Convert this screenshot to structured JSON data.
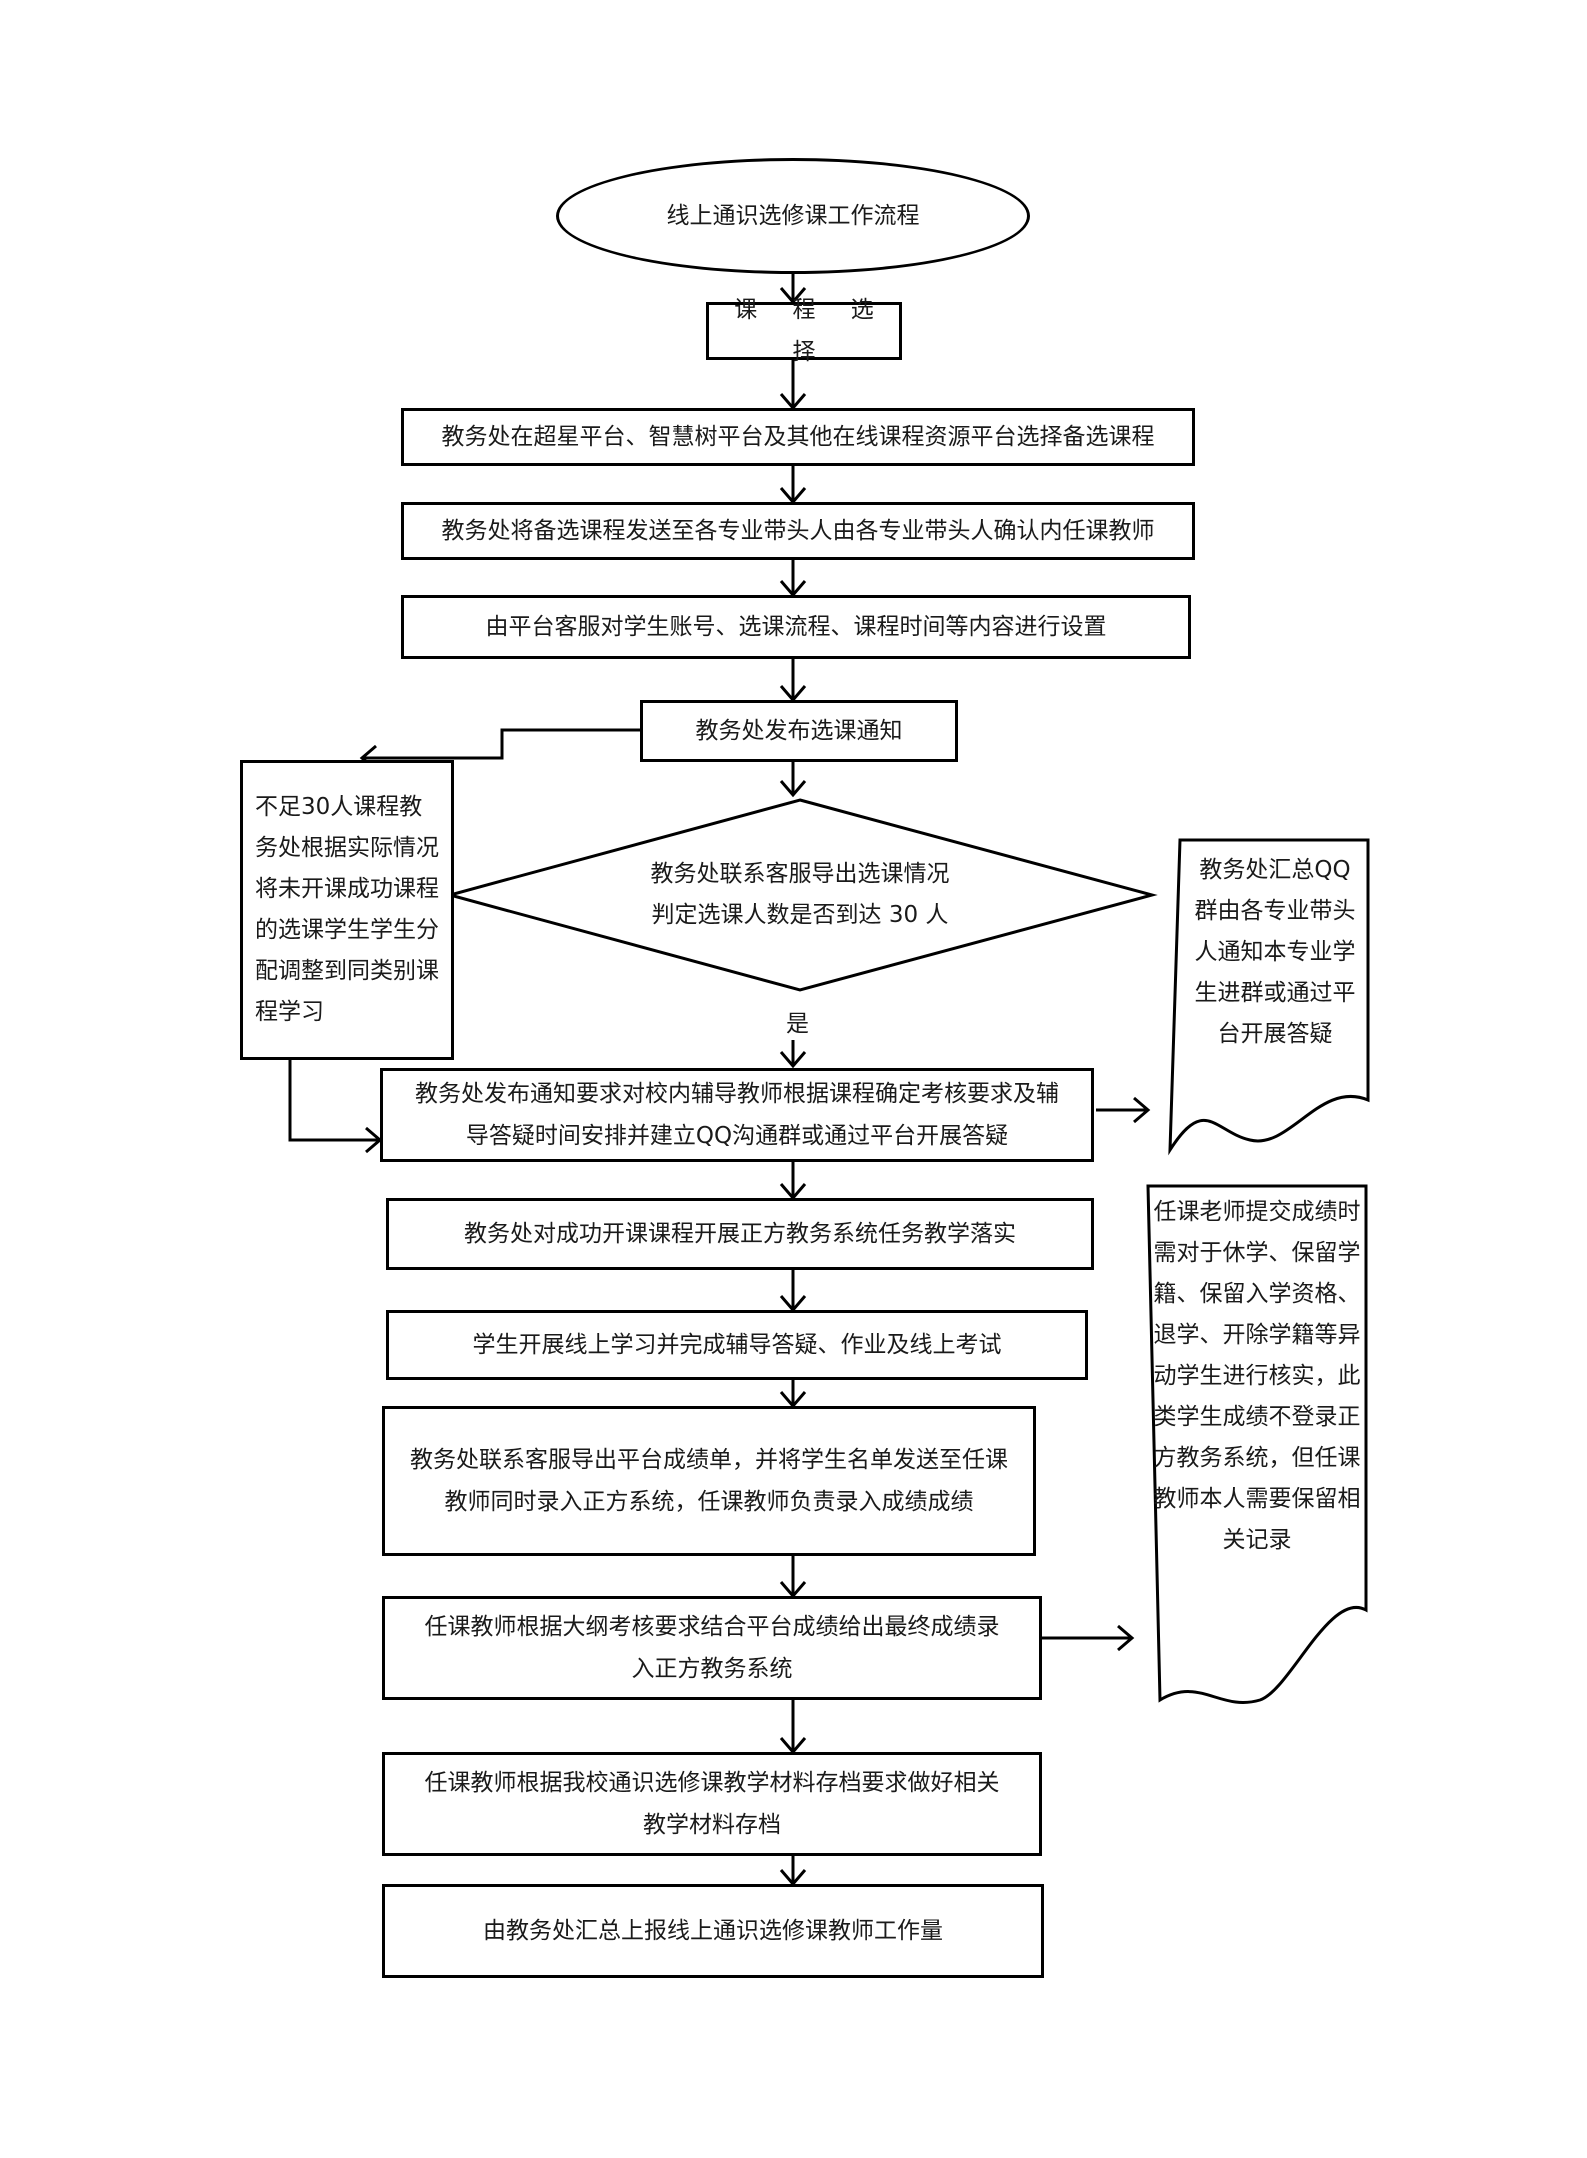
{
  "flow": {
    "title": "线上通识选修课工作流程",
    "course_selection": "课 程 选 择",
    "step_select_courses": "教务处在超星平台、智慧树平台及其他在线课程资源平台选择备选课程",
    "step_send_courses": "教务处将备选课程发送至各专业带头人由各专业带头人确认内任课教师",
    "step_platform_setup": "由平台客服对学生账号、选课流程、课程时间等内容进行设置",
    "step_publish_notice": "教务处发布选课通知",
    "decision_line1": "教务处联系客服导出选课情况",
    "decision_line2": "判定选课人数是否到达 30 人",
    "yes_label": "是",
    "insufficient_note": "不足30人课程教务处根据实际情况将未开课成功课程的选课学生学生分配调整到同类别课程学习",
    "step_assessment_line1": "教务处发布通知要求对校内辅导教师根据课程确定考核要求及辅",
    "step_assessment_line2": "导答疑时间安排并建立QQ沟通群或通过平台开展答疑",
    "qq_note": "教务处汇总QQ群由各专业带头人通知本专业学生进群或通过平台开展答疑",
    "step_task_implement": "教务处对成功开课课程开展正方教务系统任务教学落实",
    "step_student_study": "学生开展线上学习并完成辅导答疑、作业及线上考试",
    "step_export_grades_line1": "教务处联系客服导出平台成绩单，并将学生名单发送至任课",
    "step_export_grades_line2": "教师同时录入正方系统，任课教师负责录入成绩成绩",
    "verify_note": "任课老师提交成绩时需对于休学、保留学籍、保留入学资格、退学、开除学籍等异动学生进行核实，此类学生成绩不登录正方教务系统，但任课教师本人需要保留相关记录",
    "step_final_grades_line1": "任课教师根据大纲考核要求结合平台成绩给出最终成绩录",
    "step_final_grades_line2": "入正方教务系统",
    "step_archive_line1": "任课教师根据我校通识选修课教学材料存档要求做好相关",
    "step_archive_line2": "教学材料存档",
    "step_workload": "由教务处汇总上报线上通识选修课教师工作量"
  }
}
